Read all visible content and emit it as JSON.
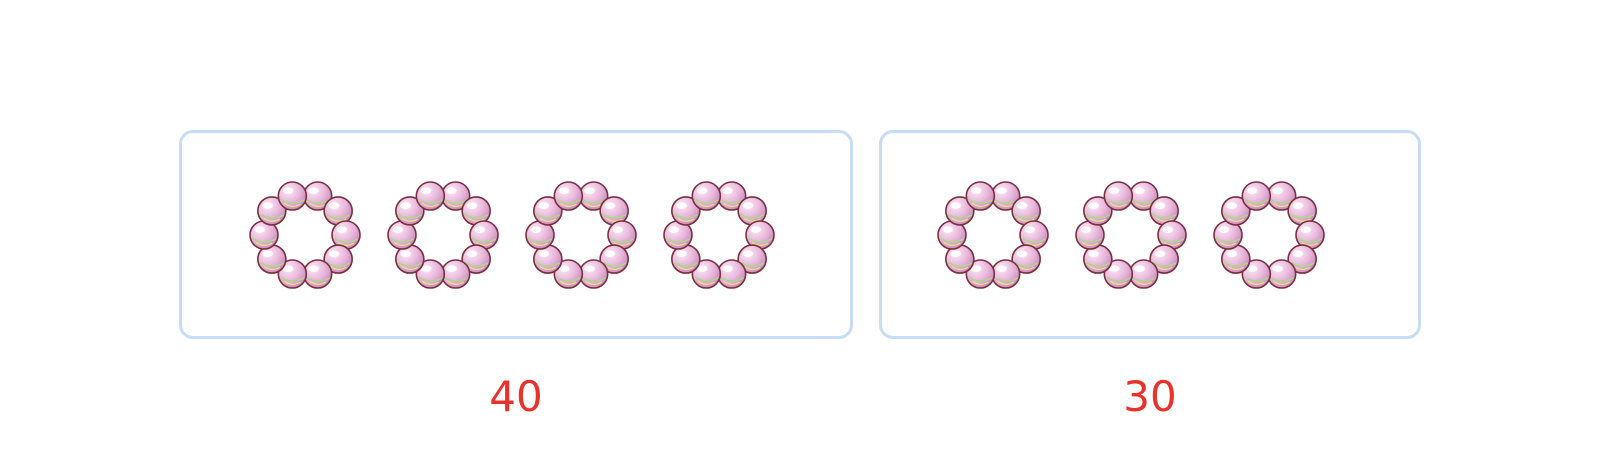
{
  "colors": {
    "box_border": "#c6dcf7",
    "label": "#e8322c",
    "bead_fill": "#e9b8dc",
    "bead_outline": "#7a3040",
    "bead_highlight": "#ffffff",
    "bead_stripe_green": "#a9d98a",
    "bead_stripe_yellow": "#f2df8a"
  },
  "icon": "pearl-bead-ring-icon",
  "beads_per_ring": 10,
  "groups": [
    {
      "id": "left",
      "ring_count": 4,
      "label": "40"
    },
    {
      "id": "right",
      "ring_count": 3,
      "label": "30"
    }
  ]
}
